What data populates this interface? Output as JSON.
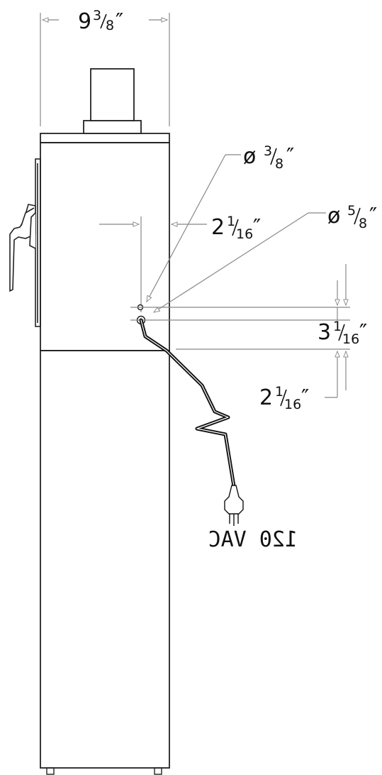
{
  "drawing": {
    "dims": {
      "width": {
        "whole": "9",
        "num": "3",
        "den": "8",
        "unit": "″"
      },
      "hole_small": {
        "prefix": "ø",
        "num": "3",
        "den": "8",
        "unit": "″"
      },
      "hole_large": {
        "prefix": "ø",
        "num": "5",
        "den": "8",
        "unit": "″"
      },
      "side_offset": {
        "whole": "2",
        "num": "1",
        "den": "16",
        "unit": "″"
      },
      "height_upper": {
        "whole": "3",
        "num": "1",
        "den": "16",
        "unit": "″"
      },
      "height_lower": {
        "whole": "2",
        "num": "1",
        "den": "16",
        "unit": "″"
      }
    },
    "power_label": "120 VAC"
  }
}
